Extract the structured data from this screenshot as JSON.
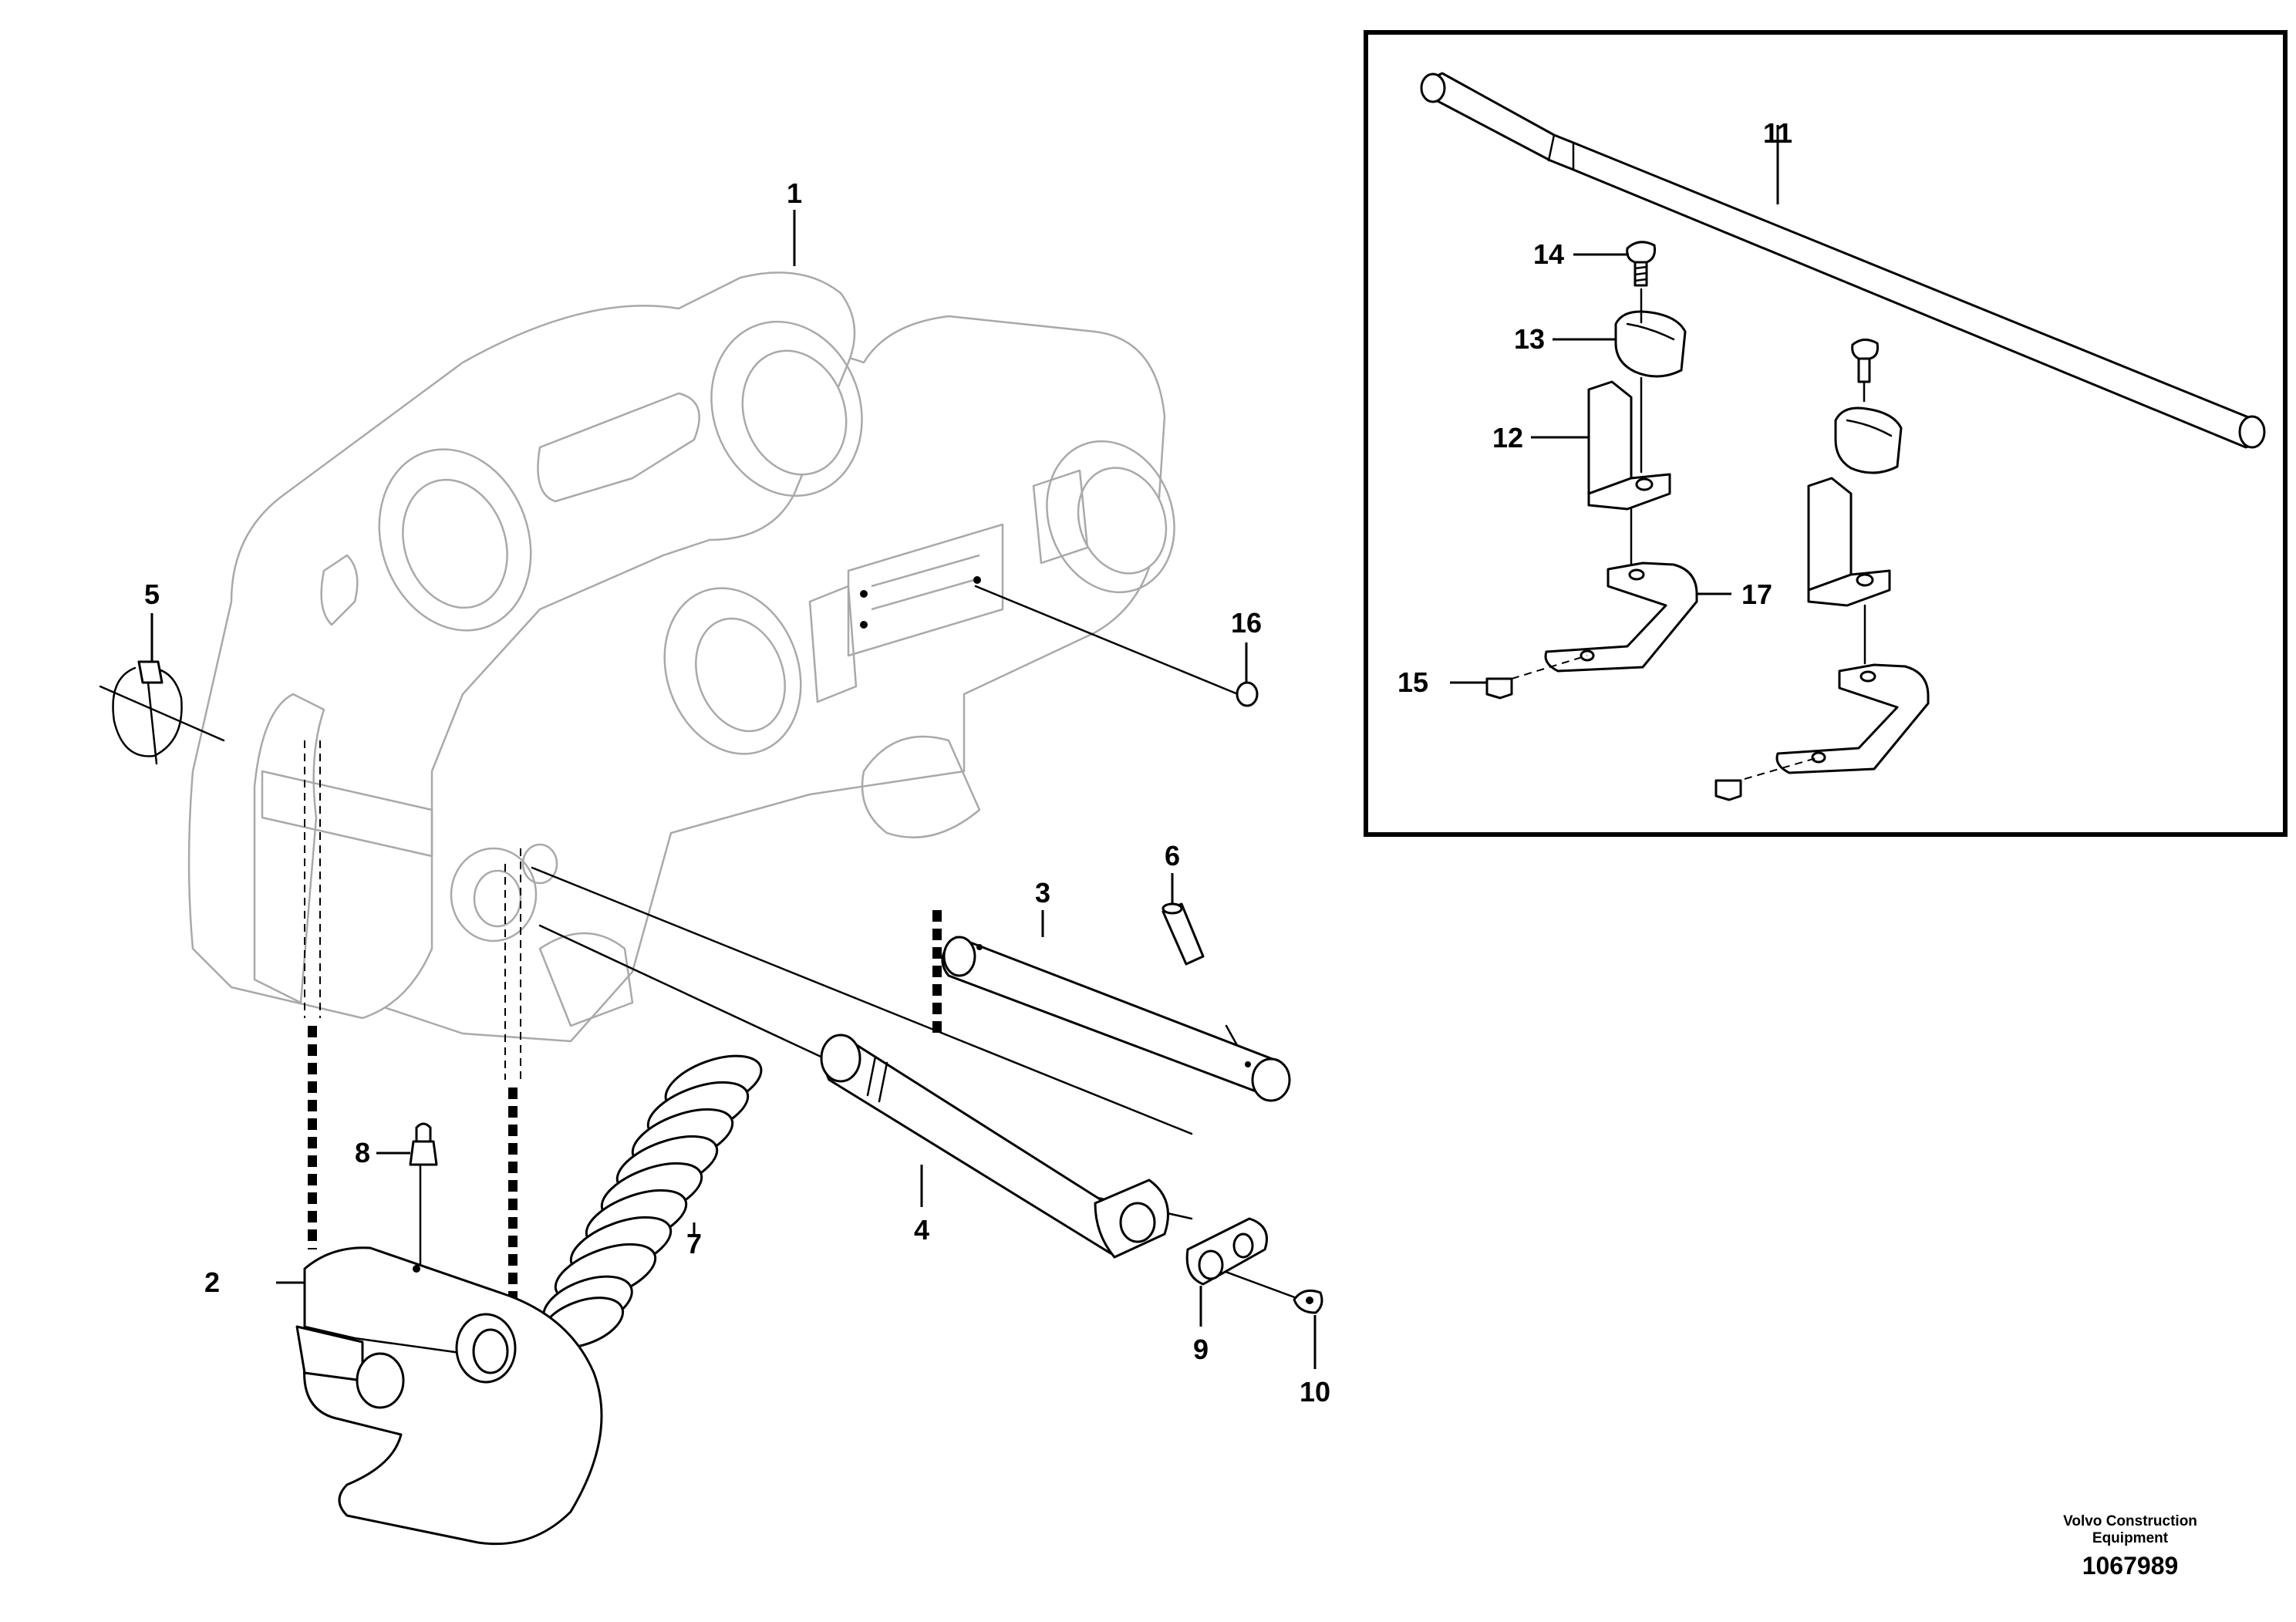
{
  "callouts": {
    "c1": "1",
    "c2": "2",
    "c3": "3",
    "c4": "4",
    "c5": "5",
    "c6": "6",
    "c7": "7",
    "c8": "8",
    "c9": "9",
    "c10": "10",
    "c11": "11",
    "c12": "12",
    "c13": "13",
    "c14": "14",
    "c15": "15",
    "c16": "16",
    "c17": "17"
  },
  "footer": {
    "brand_line1": "Volvo Construction",
    "brand_line2": "Equipment",
    "drawing_number": "1067989"
  }
}
